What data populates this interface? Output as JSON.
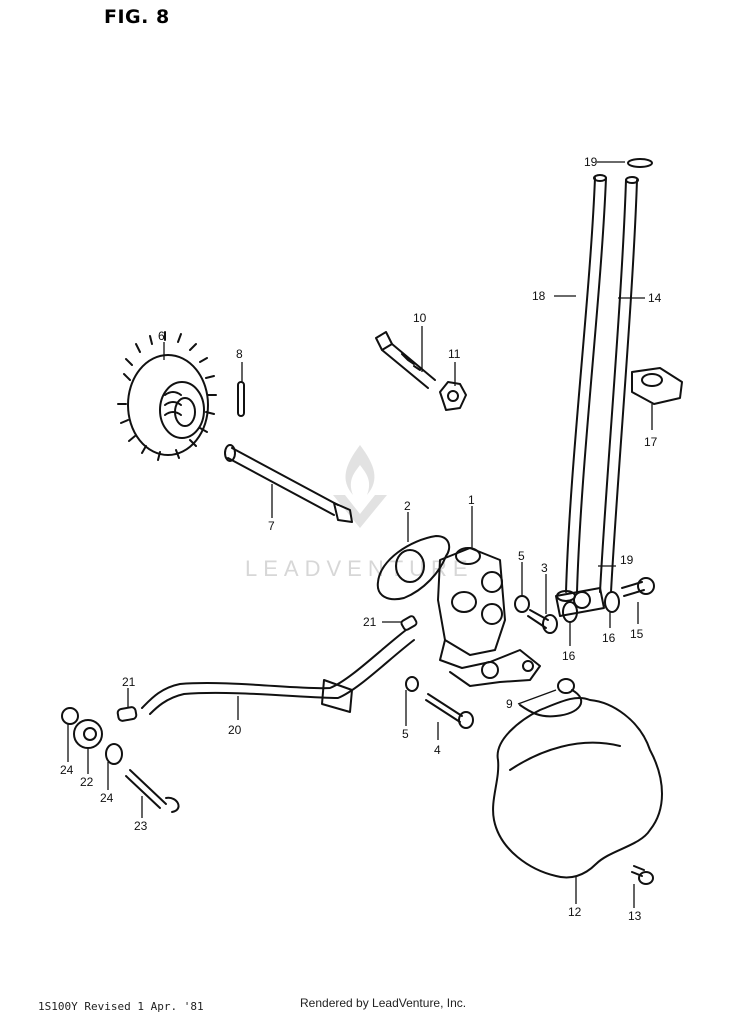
{
  "figure": {
    "title": "FIG. 8",
    "footer_left": "1S100Y  Revised  1 Apr. '81",
    "footer_right": "Rendered by LeadVenture, Inc.",
    "watermark": "LEADVENTURE"
  },
  "callouts": [
    {
      "id": "c1",
      "text": "1"
    },
    {
      "id": "c2",
      "text": "2"
    },
    {
      "id": "c3",
      "text": "3"
    },
    {
      "id": "c4",
      "text": "4"
    },
    {
      "id": "c5a",
      "text": "5"
    },
    {
      "id": "c5b",
      "text": "5"
    },
    {
      "id": "c6",
      "text": "6"
    },
    {
      "id": "c7",
      "text": "7"
    },
    {
      "id": "c8",
      "text": "8"
    },
    {
      "id": "c9",
      "text": "9"
    },
    {
      "id": "c10",
      "text": "10"
    },
    {
      "id": "c11",
      "text": "11"
    },
    {
      "id": "c12",
      "text": "12"
    },
    {
      "id": "c13",
      "text": "13"
    },
    {
      "id": "c14",
      "text": "14"
    },
    {
      "id": "c15",
      "text": "15"
    },
    {
      "id": "c16a",
      "text": "16"
    },
    {
      "id": "c16b",
      "text": "16"
    },
    {
      "id": "c17",
      "text": "17"
    },
    {
      "id": "c18",
      "text": "18"
    },
    {
      "id": "c19a",
      "text": "19"
    },
    {
      "id": "c19b",
      "text": "19"
    },
    {
      "id": "c20",
      "text": "20"
    },
    {
      "id": "c21a",
      "text": "21"
    },
    {
      "id": "c21b",
      "text": "21"
    },
    {
      "id": "c22",
      "text": "22"
    },
    {
      "id": "c23",
      "text": "23"
    },
    {
      "id": "c24a",
      "text": "24"
    },
    {
      "id": "c24b",
      "text": "24"
    }
  ],
  "colors": {
    "ink": "#111111",
    "paper": "#ffffff",
    "watermark": "#d7d7d7"
  }
}
